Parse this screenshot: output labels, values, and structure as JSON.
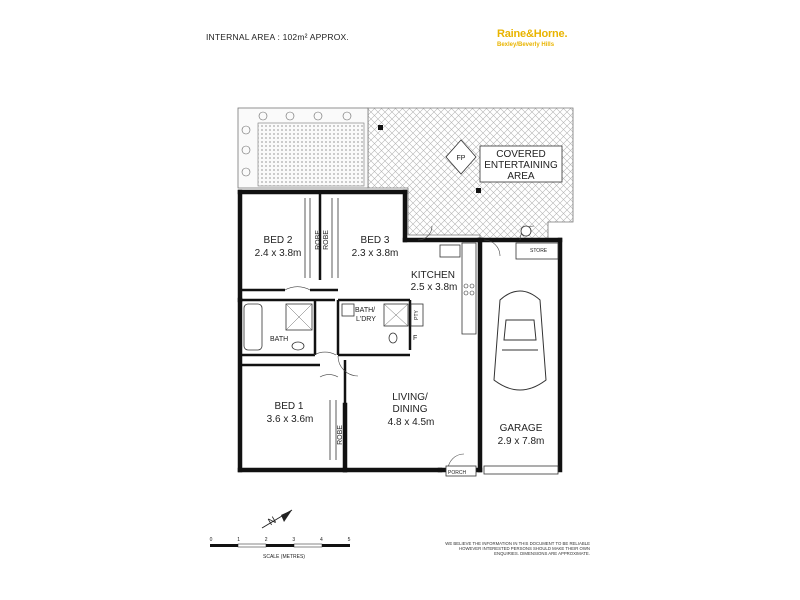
{
  "header": {
    "internal_area": "INTERNAL AREA : 102m² APPROX."
  },
  "brand": {
    "name": "Raine&Horne.",
    "branch": "Bexley/Beverly Hills",
    "color": "#e9b400"
  },
  "rooms": {
    "covered_entertaining": {
      "line1": "COVERED",
      "line2": "ENTERTAINING",
      "line3": "AREA"
    },
    "fp": "FP",
    "bed2": {
      "name": "BED 2",
      "size": "2.4 x 3.8m"
    },
    "bed3": {
      "name": "BED 3",
      "size": "2.3 x 3.8m"
    },
    "kitchen": {
      "name": "KITCHEN",
      "size": "2.5 x 3.8m"
    },
    "bed1": {
      "name": "BED 1",
      "size": "3.6 x 3.6m"
    },
    "living": {
      "line1": "LIVING/",
      "line2": "DINING",
      "size": "4.8 x 4.5m"
    },
    "garage": {
      "name": "GARAGE",
      "size": "2.9 x 7.8m"
    },
    "bath": "BATH",
    "bath_ldry": {
      "line1": "BATH/",
      "line2": "L'DRY"
    },
    "robe": "ROBE",
    "store": "STORE",
    "pty": "PTY",
    "f": "F",
    "porch": "PORCH"
  },
  "scale": {
    "ticks": [
      "0",
      "1",
      "2",
      "3",
      "4",
      "5"
    ],
    "label": "SCALE (METRES)"
  },
  "compass": {
    "label": "N"
  },
  "disclaimer": "WE BELIEVE THE INFORMATION IN THIS DOCUMENT TO BE RELIABLE HOWEVER INTERESTED PERSONS SHOULD MAKE THEIR OWN ENQUIRIES. DIMENSIONS ARE APPROXIMATE."
}
